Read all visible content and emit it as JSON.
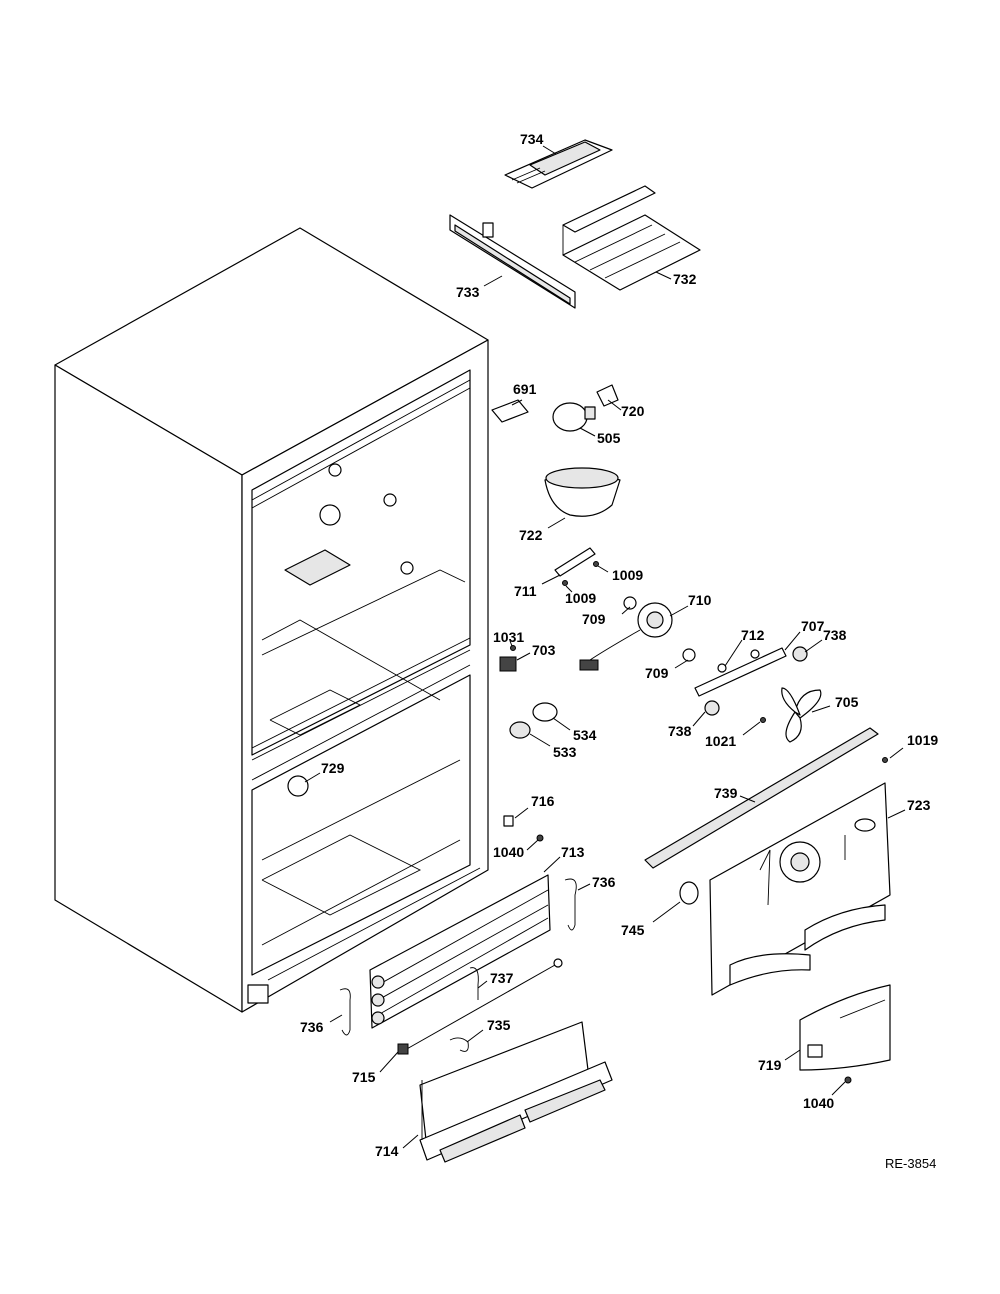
{
  "drawing_code": "RE-3854",
  "callouts": [
    {
      "id": "734",
      "text": "734"
    },
    {
      "id": "733",
      "text": "733"
    },
    {
      "id": "732",
      "text": "732"
    },
    {
      "id": "691",
      "text": "691"
    },
    {
      "id": "720",
      "text": "720"
    },
    {
      "id": "505",
      "text": "505"
    },
    {
      "id": "722",
      "text": "722"
    },
    {
      "id": "711",
      "text": "711"
    },
    {
      "id": "1009a",
      "text": "1009"
    },
    {
      "id": "1009b",
      "text": "1009"
    },
    {
      "id": "710",
      "text": "710"
    },
    {
      "id": "709a",
      "text": "709"
    },
    {
      "id": "709b",
      "text": "709"
    },
    {
      "id": "712",
      "text": "712"
    },
    {
      "id": "707",
      "text": "707"
    },
    {
      "id": "738a",
      "text": "738"
    },
    {
      "id": "1031",
      "text": "1031"
    },
    {
      "id": "703",
      "text": "703"
    },
    {
      "id": "534",
      "text": "534"
    },
    {
      "id": "533",
      "text": "533"
    },
    {
      "id": "738b",
      "text": "738"
    },
    {
      "id": "1021",
      "text": "1021"
    },
    {
      "id": "705",
      "text": "705"
    },
    {
      "id": "1019",
      "text": "1019"
    },
    {
      "id": "729",
      "text": "729"
    },
    {
      "id": "716",
      "text": "716"
    },
    {
      "id": "739",
      "text": "739"
    },
    {
      "id": "723",
      "text": "723"
    },
    {
      "id": "1040a",
      "text": "1040"
    },
    {
      "id": "713",
      "text": "713"
    },
    {
      "id": "736a",
      "text": "736"
    },
    {
      "id": "745",
      "text": "745"
    },
    {
      "id": "737",
      "text": "737"
    },
    {
      "id": "736b",
      "text": "736"
    },
    {
      "id": "735",
      "text": "735"
    },
    {
      "id": "715",
      "text": "715"
    },
    {
      "id": "719",
      "text": "719"
    },
    {
      "id": "1040b",
      "text": "1040"
    },
    {
      "id": "714",
      "text": "714"
    }
  ]
}
